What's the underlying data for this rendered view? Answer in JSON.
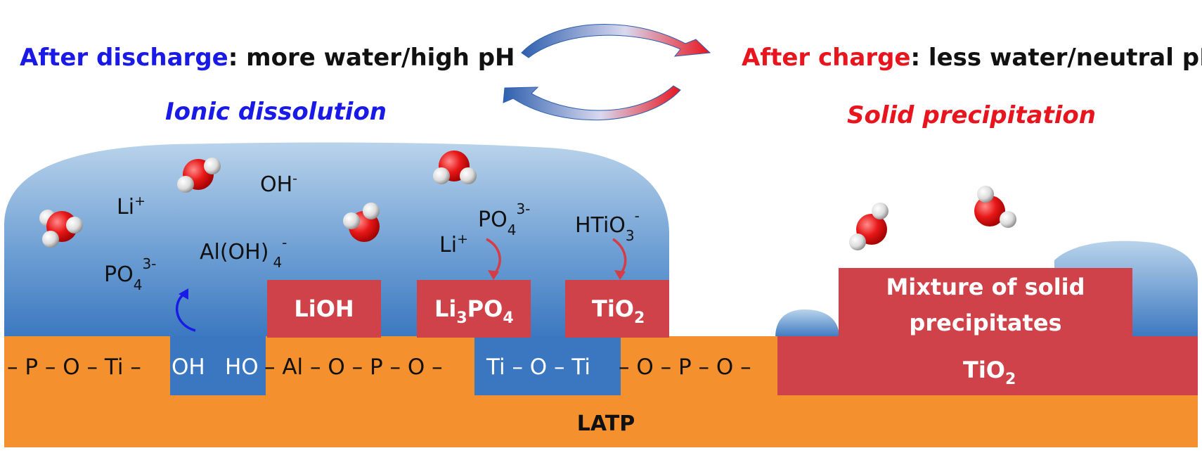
{
  "header": {
    "left_prefix": "After discharge",
    "left_suffix": ": more water/high pH",
    "left_sub": "Ionic dissolution",
    "right_prefix": "After charge",
    "right_suffix": ": less water/neutral pH",
    "right_sub": "Solid precipitation"
  },
  "ions": {
    "li_1": "Li",
    "li_1_sup": "+",
    "oh": "OH",
    "oh_sup": "-",
    "po4_1": "PO",
    "po4_1_sub": "4",
    "po4_1_sup": "3-",
    "aloh4": "Al(OH)",
    "aloh4_sub": "4",
    "aloh4_sup": "-",
    "li_2": "Li",
    "li_2_sup": "+",
    "po4_2": "PO",
    "po4_2_sub": "4",
    "po4_2_sup": "3-",
    "htio3": "HTiO",
    "htio3_sub": "3",
    "htio3_sup": "-"
  },
  "boxes": {
    "lioh": "LiOH",
    "li3po4_a": "Li",
    "li3po4_a_sub": "3",
    "li3po4_b": "PO",
    "li3po4_b_sub": "4",
    "tio2_a": "TiO",
    "tio2_a_sub": "2",
    "mixture_line1": "Mixture of solid",
    "mixture_line2": "precipitates",
    "tio2_right": "TiO",
    "tio2_right_sub": "2"
  },
  "chain": {
    "t1": "– P – O – Ti –",
    "t2": "OH",
    "t3": "HO",
    "t4": "– Al – O – P – O –",
    "t5": "Ti – O – Ti",
    "t6": "– O – P – O –"
  },
  "substrate": {
    "label": "LATP"
  },
  "colors": {
    "blue_text": "#1a1ae6",
    "red_text": "#e8141e",
    "orange": "#f5902f",
    "box_red": "#cf4249",
    "blue_dark": "#3a77c0",
    "blue_light": "#b8d1ea"
  }
}
